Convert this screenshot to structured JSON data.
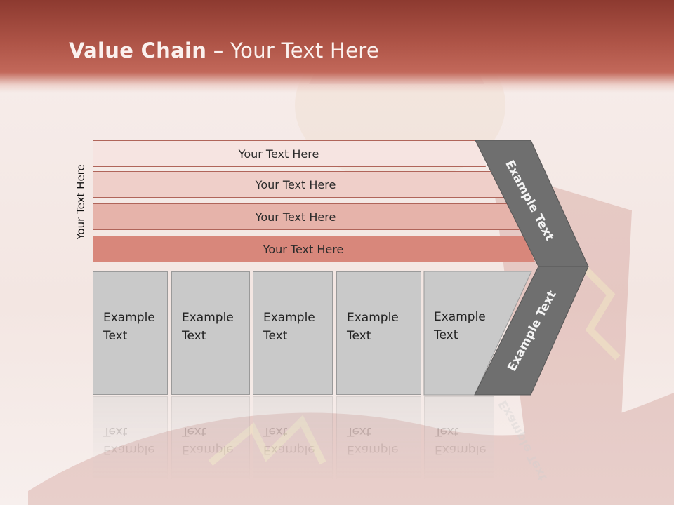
{
  "title": {
    "bold": "Value Chain",
    "rest": " – Your Text Here"
  },
  "side_label": "Your Text Here",
  "rows": [
    "Your Text Here",
    "Your Text Here",
    "Your Text Here",
    "Your Text Here"
  ],
  "boxes": [
    {
      "line1": "Example",
      "line2": "Text"
    },
    {
      "line1": "Example",
      "line2": "Text"
    },
    {
      "line1": "Example",
      "line2": "Text"
    },
    {
      "line1": "Example",
      "line2": "Text"
    },
    {
      "line1": "Example",
      "line2": "Text"
    }
  ],
  "chevron": {
    "upper_label": "Example Text",
    "lower_label": "Example Text"
  },
  "colors": {
    "title_band": "#ad5346",
    "chevron": "#6f6f6f",
    "box": "#c9c9c9"
  }
}
